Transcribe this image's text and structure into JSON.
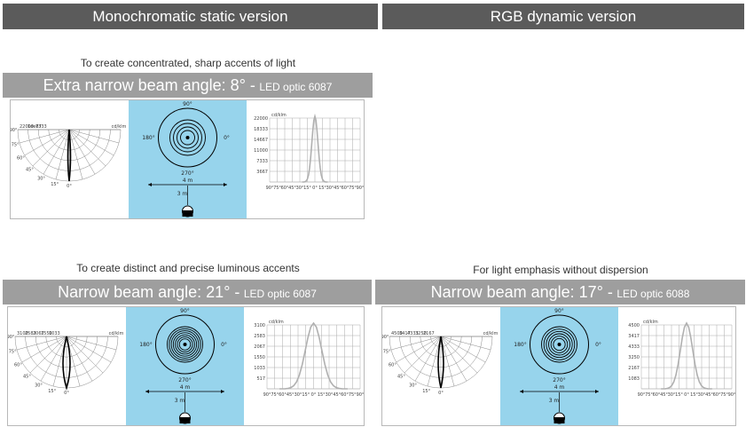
{
  "columns": {
    "mono": "Monochromatic static version",
    "rgb": "RGB dynamic version"
  },
  "blocks": [
    {
      "caption": "To create concentrated, sharp accents of light",
      "title_main": "Extra narrow beam angle: 8° -",
      "title_optic": "LED optic 6087",
      "polar_values": [
        "22000",
        "1de87",
        "7333"
      ],
      "polar_unit": "cd/klm",
      "polar_angles": [
        "90°",
        "75°",
        "60°",
        "45°",
        "30°",
        "15°",
        "0°"
      ],
      "circle_angles": [
        "90°",
        "180°",
        "0°",
        "270°"
      ],
      "distance_x": "4 m",
      "distance_y": "3 m",
      "curve_unit": "cd/klm",
      "curve_y_ticks": [
        "22000",
        "18333",
        "14667",
        "11000",
        "7333",
        "3667"
      ],
      "curve_x_ticks": [
        "90°",
        "75°",
        "60°",
        "45°",
        "30°",
        "15°",
        "0°",
        "15°",
        "30°",
        "45°",
        "60°",
        "75°",
        "90°"
      ],
      "ring_count": 4,
      "beam_width": 3
    },
    {
      "caption": "To create distinct and precise luminous accents",
      "title_main": "Narrow beam angle: 21° -",
      "title_optic": "LED optic 6087",
      "polar_values": [
        "3100",
        "2583",
        "2067",
        "1550",
        "1033"
      ],
      "polar_unit": "cd/klm",
      "polar_angles": [
        "90°",
        "75°",
        "60°",
        "45°",
        "30°",
        "15°",
        "0°"
      ],
      "circle_angles": [
        "90°",
        "180°",
        "0°",
        "270°"
      ],
      "distance_x": "4 m",
      "distance_y": "3 m",
      "curve_unit": "cd/klm",
      "curve_y_ticks": [
        "3100",
        "2583",
        "2067",
        "1550",
        "1033",
        "517"
      ],
      "curve_x_ticks": [
        "90°",
        "75°",
        "60°",
        "45°",
        "30°",
        "15°",
        "0°",
        "15°",
        "30°",
        "45°",
        "60°",
        "75°",
        "90°"
      ],
      "ring_count": 7,
      "beam_width": 8
    },
    {
      "caption": "For light emphasis without dispersion",
      "title_main": "Narrow beam angle: 17° -",
      "title_optic": "LED optic 6088",
      "polar_values": [
        "4500",
        "3417",
        "4333",
        "3250",
        "2167"
      ],
      "polar_unit": "cd/klm",
      "polar_angles": [
        "90°",
        "75°",
        "60°",
        "45°",
        "30°",
        "15°",
        "0°"
      ],
      "circle_angles": [
        "90°",
        "180°",
        "0°",
        "270°"
      ],
      "distance_x": "4 m",
      "distance_y": "3 m",
      "curve_unit": "cd/klm",
      "curve_y_ticks": [
        "4500",
        "3417",
        "4333",
        "3250",
        "2167",
        "1083"
      ],
      "curve_x_ticks": [
        "90°",
        "75°",
        "60°",
        "45°",
        "30°",
        "15°",
        "0°",
        "15°",
        "30°",
        "45°",
        "60°",
        "75°",
        "90°"
      ],
      "ring_count": 6,
      "beam_width": 6
    }
  ]
}
